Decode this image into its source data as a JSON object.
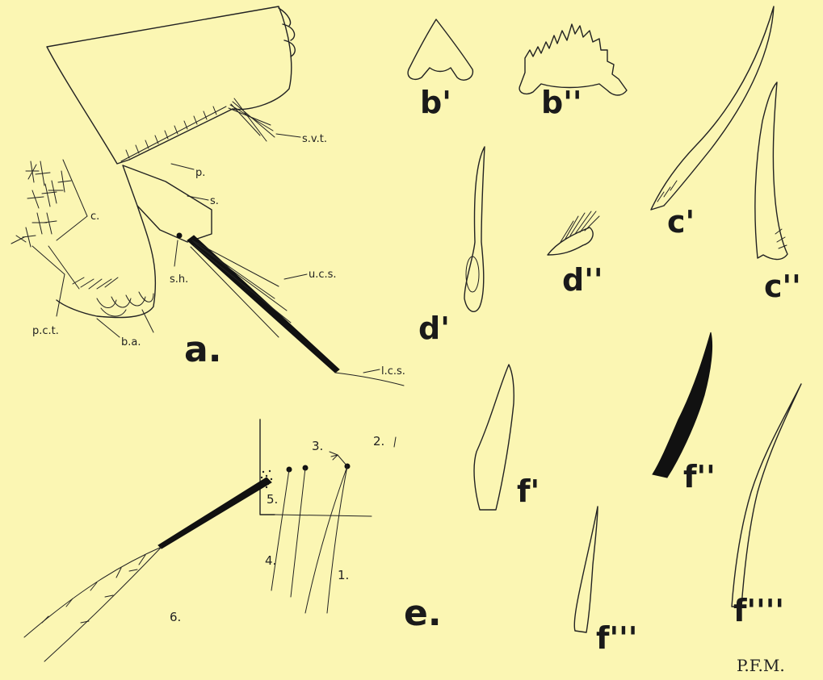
{
  "figure_a": {
    "label": "a.",
    "annotations": {
      "svt": "s.v.t.",
      "p": "p.",
      "s": "s.",
      "c": "c.",
      "ucs": "u.c.s.",
      "sh": "s.h.",
      "pct": "p.c.t.",
      "ba": "b.a.",
      "lcs": "l.c.s."
    }
  },
  "figure_b": {
    "b1": "b'",
    "b2": "b''"
  },
  "figure_c": {
    "c1": "c'",
    "c2": "c''"
  },
  "figure_d": {
    "d1": "d'",
    "d2": "d''"
  },
  "figure_e": {
    "label": "e.",
    "numbers": {
      "n1": "1.",
      "n2": "2.",
      "n3": "3.",
      "n4": "4.",
      "n5": "5.",
      "n6": "6."
    }
  },
  "figure_f": {
    "f1": "f'",
    "f2": "f''",
    "f3": "f'''",
    "f4": "f''''"
  },
  "signature": "P.F.M."
}
